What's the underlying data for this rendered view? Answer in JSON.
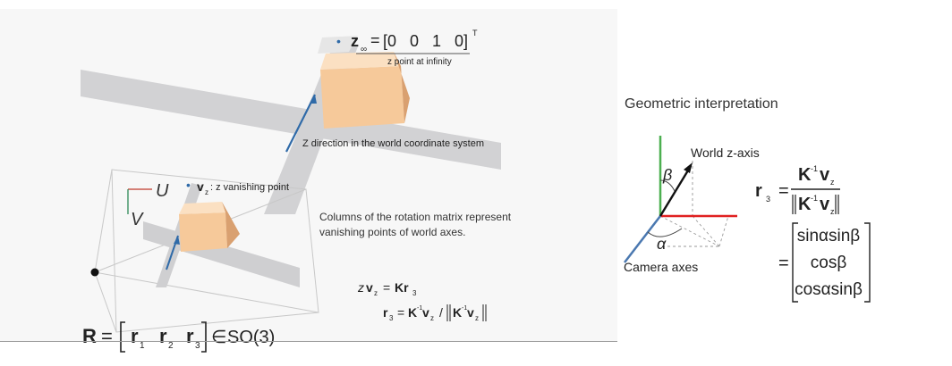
{
  "slide": {
    "zinf_bullet": "•",
    "zinf_lhs": "z",
    "zinf_sub": "∞",
    "zinf_eq": "=",
    "zinf_vec": "[0   0   1   0]",
    "zinf_T": "T",
    "zinf_caption": "z point at infinity",
    "zdir_caption": "Z direction in the world coordinate system",
    "vz_bullet": "•",
    "vz_label": "v",
    "vz_sub": "z",
    "vz_caption": ": z vanishing point",
    "axis_u": "U",
    "axis_v": "V",
    "columns_text_line1": "Columns of the rotation matrix represent",
    "columns_text_line2": "vanishing points of world axes.",
    "eq1_lhs": "z",
    "eq1_v": "v",
    "eq1_vsub": "z",
    "eq1_eq": "=",
    "eq1_rhs": "Kr",
    "eq1_rsub": "3",
    "eq2_r": "r",
    "eq2_rsub": "3",
    "eq2_eq": "=",
    "eq2_K": "K",
    "eq2_inv": "-1",
    "eq2_v": "v",
    "eq2_vsub": "z",
    "eq2_slash": "/",
    "eq2_normK": "K",
    "eq2_norminv": "-1",
    "eq2_normv": "v",
    "eq2_normvsub": "z",
    "R_lhs": "R",
    "R_eq": "=",
    "R_r1": "r",
    "R_s1": "1",
    "R_r2": "r",
    "R_s2": "2",
    "R_r3": "r",
    "R_s3": "3",
    "R_in": "∈",
    "R_group": "SO(3)"
  },
  "panel": {
    "title": "Geometric interpretation",
    "world_axis": "World z-axis",
    "beta": "β",
    "alpha": "α",
    "camera_axes": "Camera axes",
    "r3": "r",
    "r3_sub": "3",
    "eq": "=",
    "num_K": "K",
    "num_inv": "-1",
    "num_v": "v",
    "num_vsub": "z",
    "den_K": "K",
    "den_inv": "-1",
    "den_v": "v",
    "den_vsub": "z",
    "eq2": "=",
    "row1": "sinαsinβ",
    "row2": "cosβ",
    "row3": "cosαsinβ"
  },
  "colors": {
    "beam": "#d2d2d4",
    "box_light": "#f6c99a",
    "box_top": "#fbe0c2",
    "box_side": "#d9a070",
    "arrow_blue": "#2f6aa8",
    "axis_green": "#4caf50",
    "axis_red": "#e02020",
    "axis_blue": "#4a78b0",
    "u_red": "#c0392b",
    "v_green": "#2e8b57"
  }
}
